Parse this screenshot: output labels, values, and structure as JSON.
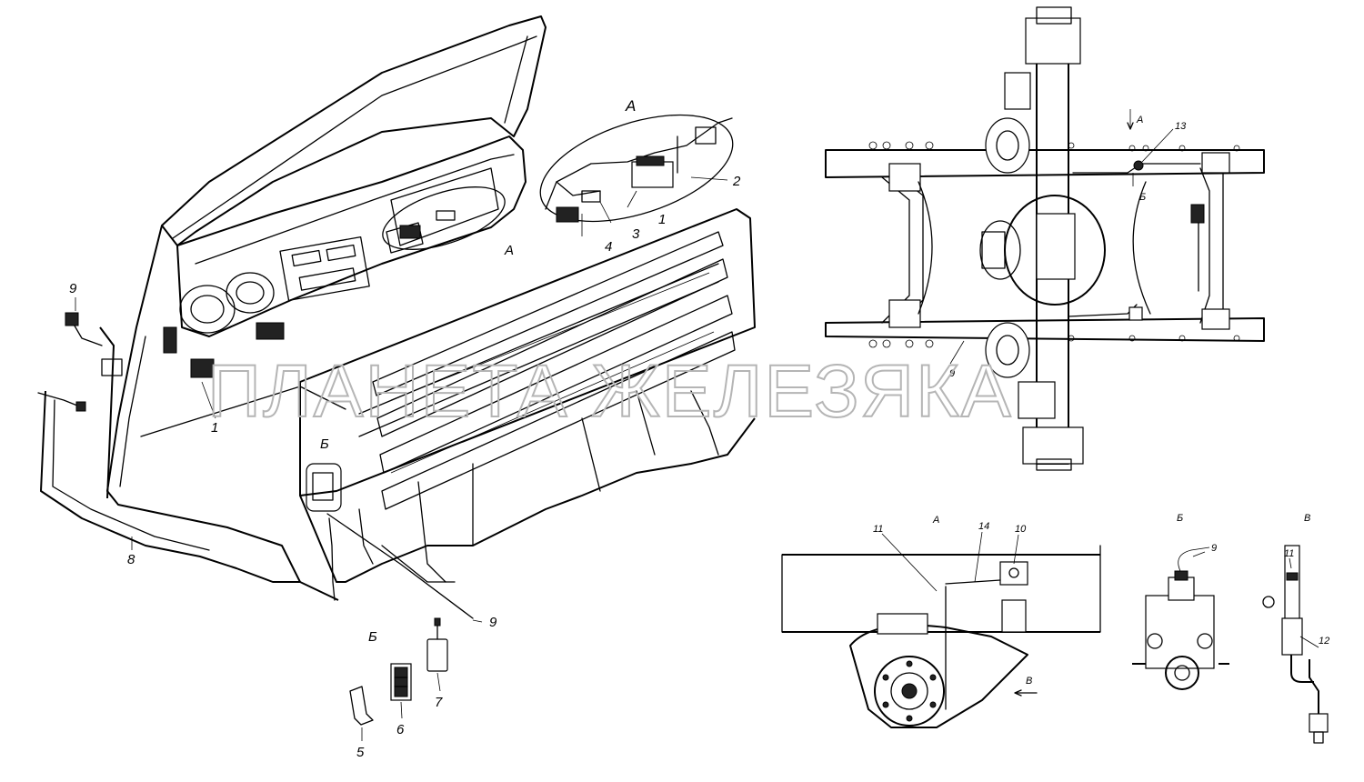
{
  "watermark": "ПЛАНЕТА ЖЕЛЕЗЯКА",
  "views": {
    "cab": {
      "callouts": [
        "9",
        "1",
        "8"
      ],
      "detail_marker_A": "А",
      "detail_marker_B": "Б"
    },
    "detail_A_top": {
      "title": "А",
      "callouts": [
        "2",
        "1",
        "3",
        "4"
      ]
    },
    "detail_B_parts": {
      "title": "Б",
      "callouts": [
        "9",
        "7",
        "6",
        "5"
      ]
    },
    "chassis": {
      "view_arrow": "А",
      "section_marker": "Б",
      "callouts": [
        "13",
        "9"
      ]
    },
    "view_A": {
      "title": "А",
      "callouts": [
        "11",
        "14",
        "10"
      ],
      "view_arrow": "В"
    },
    "view_B": {
      "title": "Б",
      "callouts": [
        "9"
      ]
    },
    "view_V": {
      "title": "В",
      "callouts": [
        "11",
        "12"
      ]
    }
  }
}
